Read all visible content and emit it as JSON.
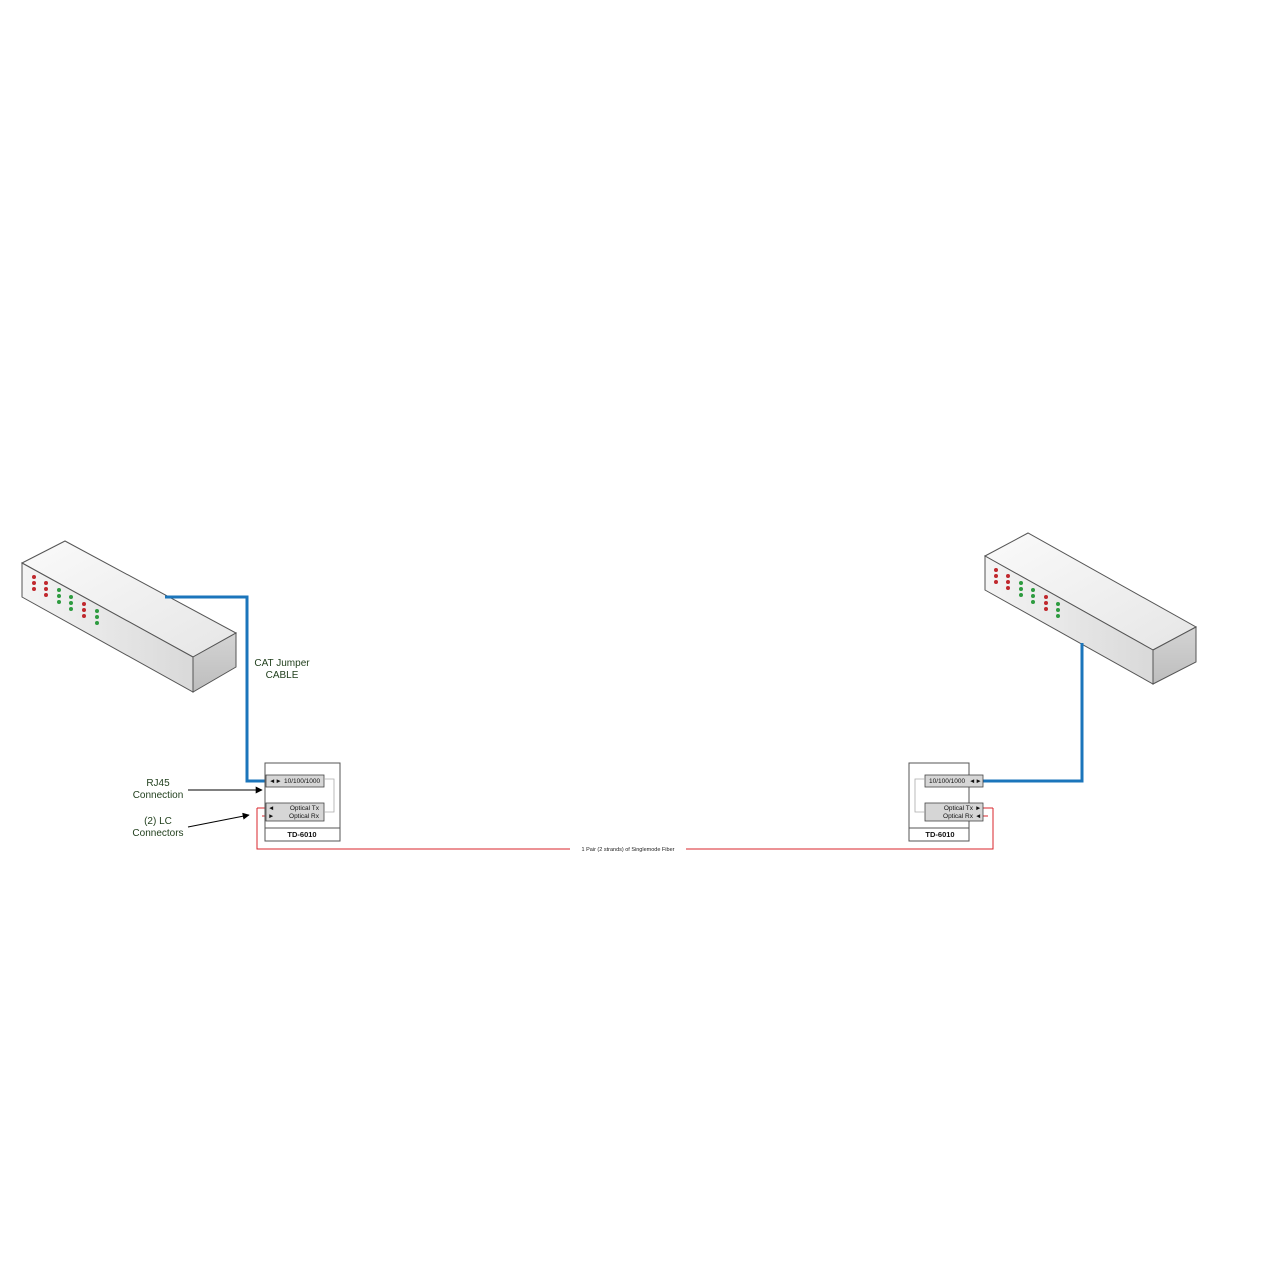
{
  "labels": {
    "cat_cable_line1": "CAT Jumper",
    "cat_cable_line2": "CABLE",
    "rj45_line1": "RJ45",
    "rj45_line2": "Connection",
    "lc_line1": "(2) LC",
    "lc_line2": "Connectors",
    "fiber": "1 Pair (2 strands) of Singlemode Fiber"
  },
  "left_device": {
    "port_label": "10/100/1000",
    "optical_tx": "Optical Tx",
    "optical_rx": "Optical Rx",
    "model": "TD-6010"
  },
  "right_device": {
    "port_label": "10/100/1000",
    "optical_tx": "Optical Tx",
    "optical_rx": "Optical Rx",
    "model": "TD-6010"
  },
  "colors": {
    "cat_cable": "#1b75bb",
    "fiber": "#d9262b",
    "led_red": "#c0282d",
    "led_green": "#2d9b3f",
    "label_text": "#1e3d1a"
  }
}
